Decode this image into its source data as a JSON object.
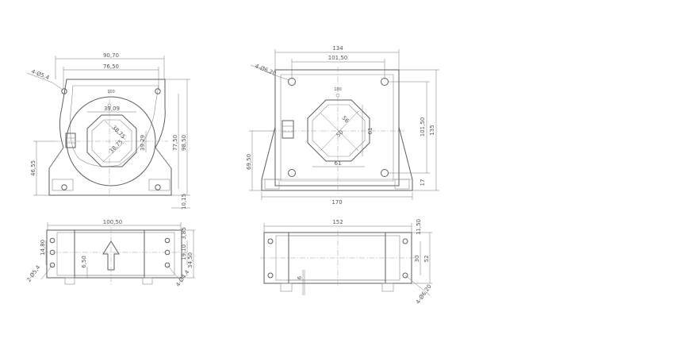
{
  "colors": {
    "line": "#5e5e5e",
    "dim": "#777777",
    "background": "#ffffff"
  },
  "view_a_front": {
    "w_overall": "90,70",
    "w_inner": "76,50",
    "hole_note": "4-Ø5,4",
    "label": "100",
    "d1": "39,09",
    "d2": "38,75",
    "d3": "38,75",
    "d4": "39,29",
    "h_77": "77,50",
    "h_98": "98,50",
    "h_46": "46,55",
    "h_10": "10,15"
  },
  "view_a_side": {
    "w_100": "100,50",
    "h_14": "14,80",
    "h_3": "3,85",
    "d_6": "6,50",
    "h_19": "19,10",
    "h_34": "34,50",
    "hole_note_left": "2-Ø5,4",
    "hole_note_right": "4-Ø4,4"
  },
  "view_b_front": {
    "w_134": "134",
    "w_101": "101,50",
    "hole_note": "4-Ø6,20",
    "label": "100",
    "d_56": "56",
    "d_50": "50",
    "d_61a": "61",
    "d_61b": "61",
    "h_101": "101,50",
    "h_135": "135",
    "h_69": "69,50",
    "h_17": "17",
    "w_170": "170"
  },
  "view_b_side": {
    "w_152": "152",
    "h_11": "11,50",
    "h_30": "30",
    "h_52": "52",
    "d_6": "6",
    "hole_note": "4-Ø6,20"
  }
}
